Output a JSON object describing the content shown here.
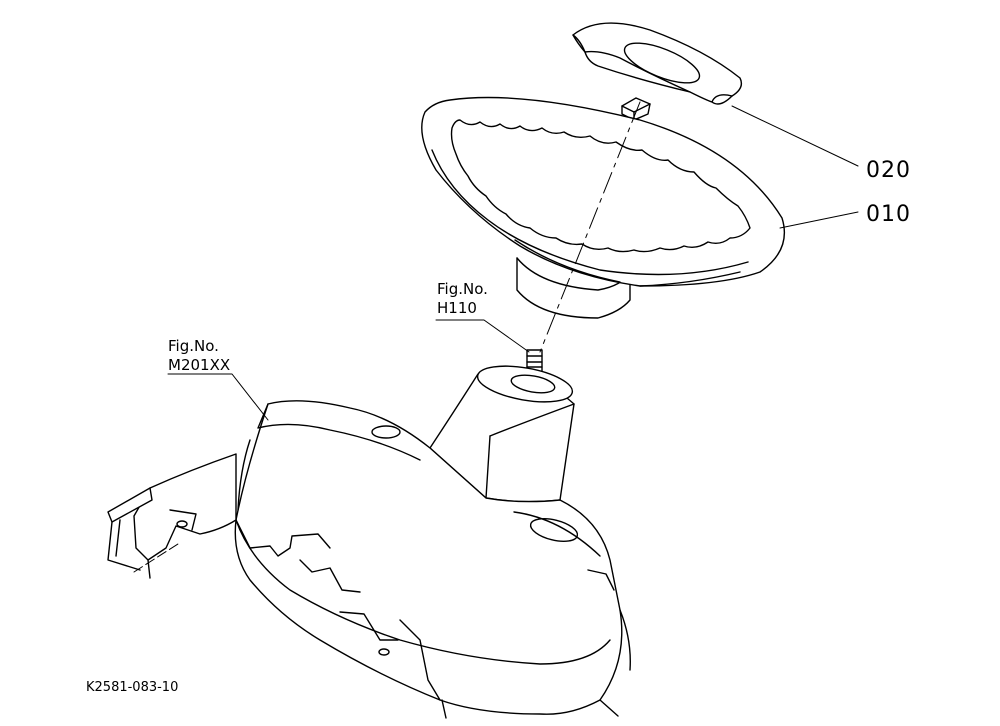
{
  "callouts": {
    "part_020": "020",
    "part_010": "010"
  },
  "fig_refs": {
    "steering": {
      "label": "Fig.No.",
      "code": "H110"
    },
    "dash": {
      "label": "Fig.No.",
      "code": "M201XX"
    }
  },
  "drawing_id": "K2581-083-10",
  "colors": {
    "line": "#000000",
    "background": "#ffffff"
  }
}
